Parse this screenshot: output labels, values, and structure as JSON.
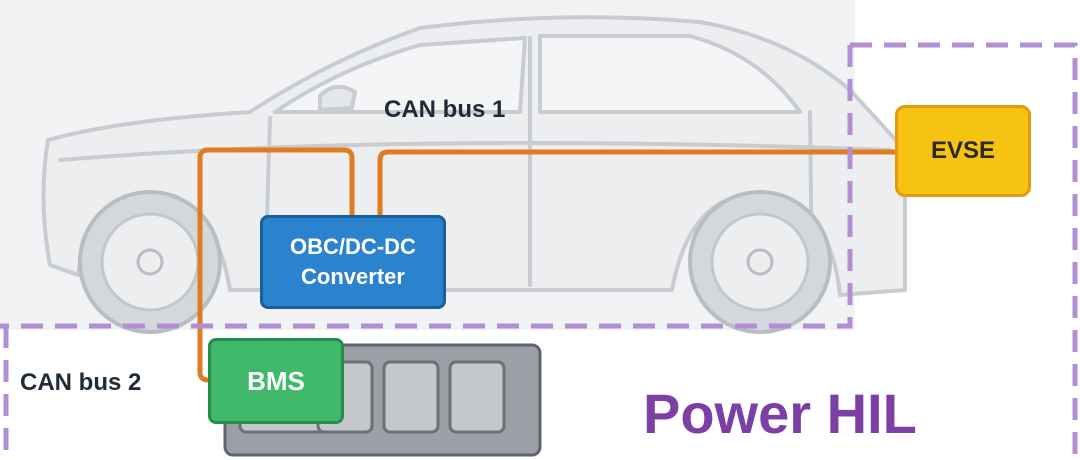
{
  "labels": {
    "can_bus_1": "CAN bus 1",
    "can_bus_2": "CAN bus 2",
    "power_hil": "Power HIL"
  },
  "blocks": {
    "evse": "EVSE",
    "obc_line1": "OBC/DC-DC",
    "obc_line2": "Converter",
    "bms": "BMS"
  },
  "colors": {
    "wire": "#e07b22",
    "dashed_border": "#b18fd2",
    "evse_fill": "#f7c312",
    "obc_fill": "#2b82cd",
    "bms_fill": "#3fb869",
    "power_hil_text": "#7c3fa3"
  }
}
